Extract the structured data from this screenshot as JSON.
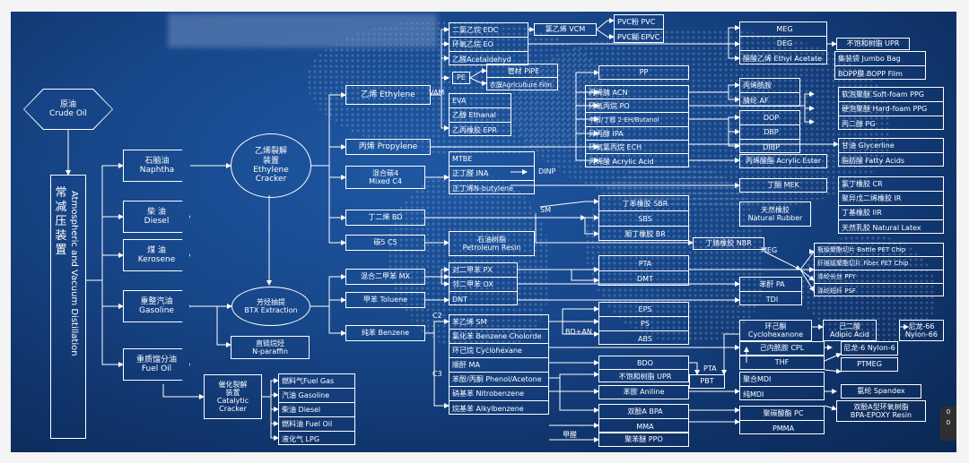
{
  "feed": {
    "crude_oil": {
      "cn": "原油",
      "en": "Crude Oil"
    },
    "distillation": {
      "cn": "常减压装置",
      "en": "Atmospheric and Vacuum Distillation"
    },
    "naphtha": {
      "cn": "石脑油",
      "en": "Naphtha"
    },
    "diesel": {
      "cn": "柴 油",
      "en": "Diesel"
    },
    "kerosene": {
      "cn": "煤 油",
      "en": "Kerosene"
    },
    "gasoline": {
      "cn": "重整汽油",
      "en": "Gasoline"
    },
    "fuel_oil": {
      "cn": "重质馏分油",
      "en": "Fuel Oil"
    },
    "ethylene_cracker": {
      "cn": "乙烯裂解装置",
      "en": "Ethylene Cracker"
    },
    "btx_extraction": {
      "cn": "芳烃抽提",
      "en": "BTX Extraction"
    },
    "n_paraffin": {
      "cn": "直链烷烃",
      "en": "N-paraffin"
    },
    "catalytic_cracker": {
      "cn": "催化裂解装置",
      "en": "Catalytic Cracker"
    }
  },
  "cracker_products": [
    "燃料气Fuel Gas",
    "汽油 Gasoline",
    "柴油 Diesel",
    "燃料油 Fuel Oil",
    "液化气 LPG"
  ],
  "basics": {
    "ethylene": "乙烯 Ethylene",
    "propylene": "丙烯 Propylene",
    "mixed_c4": {
      "cn": "混合碳4",
      "en": "Mixed C4"
    },
    "butadiene": "丁二烯 BD",
    "c5": "碳5 C5",
    "mixed_xylene": "混合二甲苯 MX",
    "toluene": "甲苯 Toluene",
    "benzene": "纯苯 Benzene"
  },
  "ethylene_derivs": [
    "二氯乙烷 EDC",
    "环氧乙烷 EO",
    "乙醛Acetaldehyd"
  ],
  "vinyl": {
    "vcm": "氯乙烯 VCM",
    "pvc": "PVC粉 PVC",
    "epvc": "PVC糊 EPVC"
  },
  "eo_derivs": [
    "MEG",
    "DEG",
    "醋酸乙烯 Ethyl Acetate"
  ],
  "upr1": "不饱和树脂 UPR",
  "bags": [
    "集装袋 Jumbo Bag",
    "BOPP膜 BOPP Film"
  ],
  "pe": {
    "label": "PE",
    "pipe": "管材 PIPE",
    "film": "农膜Agriculture Film"
  },
  "vam": "VAM",
  "eva_list": [
    "EVA",
    "乙醇 Ethanal",
    "乙丙橡胶 EPR"
  ],
  "pp": "PP",
  "propylene_derivs": [
    "丙烯腈 ACN",
    "环氧丙烷 PO",
    "辛醇/丁醇 2-EH/Butanol",
    "异丙醇 IPA",
    "环氧氯丙烷 ECH",
    "丙烯酸 Acrylic Acid"
  ],
  "acn_derivs": [
    "丙烯酰胺",
    "腈纶 AF"
  ],
  "polyols": [
    "软泡聚醚 Soft-foam PPG",
    "硬泡聚醚 Hard-foam PPG",
    "丙二醇 PG"
  ],
  "plasticizers": [
    "DOP",
    "DBP",
    "DIBP"
  ],
  "glycerine": "甘油 Glycerline",
  "fatty_acids": "脂肪酸 Fatty Acids",
  "acrylic_ester": "丙烯酸酯 Acrylic Ester",
  "c4_derivs": [
    "MTBE",
    "正丁醛 INA",
    "正丁烯N-butylene"
  ],
  "dinp": "DINP",
  "mek": "丁酮 MEK",
  "sm": "SM",
  "bd_derivs": [
    "丁苯橡胶 SBR",
    "SBS",
    "顺丁橡胶 BR"
  ],
  "rubbers": [
    "氯丁橡胶 CR",
    "聚异戊二烯橡胶 IR",
    "丁基橡胶 IIR",
    "天然乳胶 Natural Latex"
  ],
  "natural_rubber": {
    "cn": "天然橡胶",
    "en": "Natural Rubber"
  },
  "nbr": "丁腈橡胶 NBR",
  "petroleum_resin": {
    "cn": "石油树脂",
    "en": "Petroleum Resin"
  },
  "meg": "MEG",
  "xylene_derivs": [
    "对二甲苯 PX",
    "邻二甲苯 OX",
    "DNT"
  ],
  "pta_dmt": [
    "PTA",
    "DMT"
  ],
  "pet_list": [
    "瓶级聚酯切片 Battle PET Chip",
    "纤维级聚酯切片 Fiber PET Chip",
    "涤纶长丝 PFY",
    "涤纶短纤 PSF"
  ],
  "pa": "苯酐 PA",
  "tdi": "TDI",
  "c2": "C2",
  "c3": "C3",
  "bd_an": "BD+AN",
  "benzene_derivs": [
    "苯乙烯 SM",
    "氯化苯 Benzene Cholorde",
    "环己烷 Cyclohexane",
    "顺酐 MA",
    "苯酚/丙酮 Phenol/Acetone",
    "硝基苯 Nitrobenzene",
    "烷基苯 Alkylbenzene"
  ],
  "styrenics": [
    "EPS",
    "PS",
    "ABS"
  ],
  "cyclohexanone": {
    "cn": "环己酮",
    "en": "Cyclohexanone"
  },
  "adipic": {
    "cn": "己二酸",
    "en": "Adipic Acid"
  },
  "nylon66": {
    "cn": "尼龙-66",
    "en": "Nylon-66"
  },
  "cpl": "己内酰胺 CPL",
  "nylon6": "尼龙-6 Nylon-6",
  "thf": "THF",
  "ptmeg": "PTMEG",
  "bdo": "BDO",
  "upr2": "不饱和树脂 UPR",
  "pta": "PTA",
  "pbt": "PBT",
  "mdi_list": [
    "聚合MDI",
    "纯MDI"
  ],
  "spandex": "氨纶 Spandex",
  "epoxy": {
    "cn": "双酚A型环氧树脂",
    "en": "BPA-EPOXY Resin"
  },
  "aniline": "苯胺 Aniline",
  "bpa_mma": [
    "双酚A BPA",
    "MMA"
  ],
  "ppo": "聚苯醚 PPO",
  "pc": "聚碳酸酯 PC",
  "pmma": "PMMA",
  "formaldehyde": "甲醛",
  "overlay": {
    "line1": "0",
    "line2": "0"
  }
}
